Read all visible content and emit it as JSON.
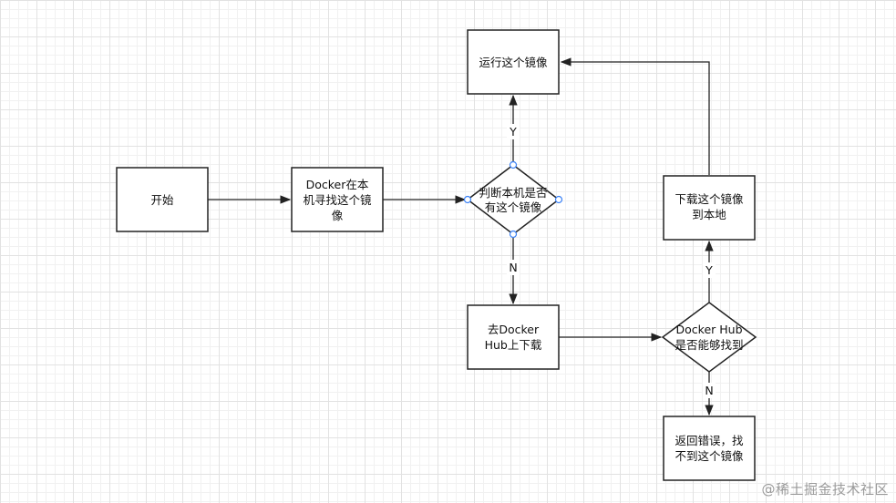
{
  "nodes": {
    "start": "开始",
    "search_line1": "Docker在本",
    "search_line2": "机寻找这个镜",
    "search_line3": "像",
    "check_line1": "判断本机是否",
    "check_line2": "有这个镜像",
    "run": "运行这个镜像",
    "pull_line1": "去Docker",
    "pull_line2": "Hub上下载",
    "hub_check_line1": "Docker Hub",
    "hub_check_line2": "是否能够找到",
    "download_line1": "下载这个镜像",
    "download_line2": "到本地",
    "error_line1": "返回错误，找",
    "error_line2": "不到这个镜像"
  },
  "edges": {
    "check_yes": "Y",
    "check_no": "N",
    "hub_yes": "Y",
    "hub_no": "N"
  },
  "watermark": "@稀土掘金技术社区"
}
